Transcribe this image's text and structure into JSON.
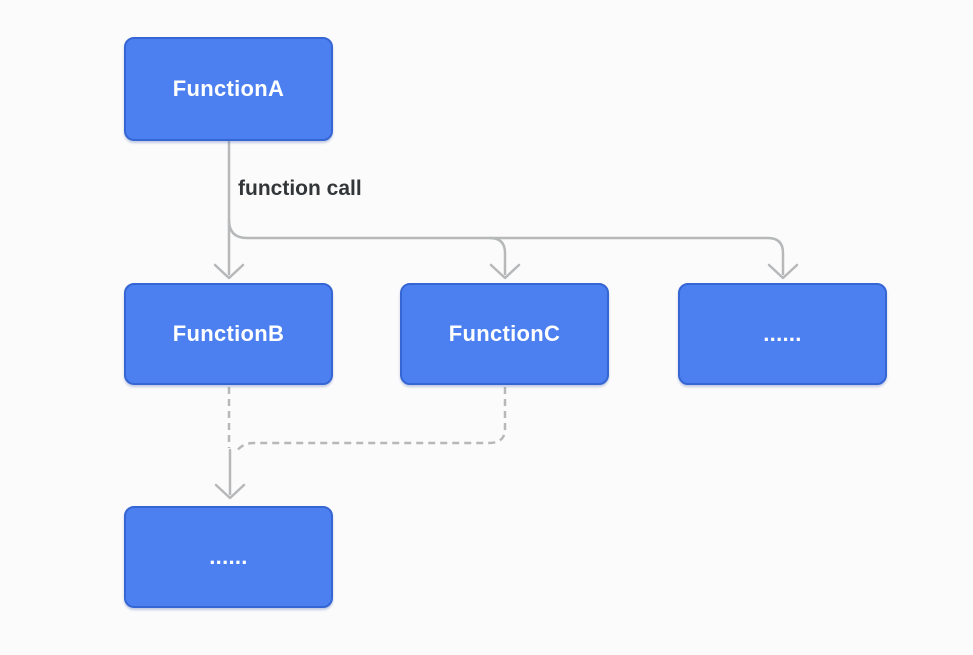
{
  "colors": {
    "background": "#fbfbfb",
    "node_fill": "#4c80f1",
    "node_border": "#3566d4",
    "node_text": "#ffffff",
    "connector": "#b6b8ba",
    "edge_label_text": "#333639"
  },
  "nodes": {
    "function_a": {
      "label": "FunctionA"
    },
    "function_b": {
      "label": "FunctionB"
    },
    "function_c": {
      "label": "FunctionC"
    },
    "more_callees": {
      "label": "......"
    },
    "more_nested": {
      "label": "......"
    }
  },
  "edges": {
    "function_call_label": "function call",
    "list": [
      {
        "from": "FunctionA",
        "to": "FunctionB",
        "style": "solid-arrow",
        "label": "function call"
      },
      {
        "from": "FunctionA",
        "to": "FunctionC",
        "style": "solid-arrow"
      },
      {
        "from": "FunctionA",
        "to": "more_callees",
        "style": "solid-arrow"
      },
      {
        "from": "FunctionB",
        "to": "more_nested",
        "style": "dashed-arrow"
      },
      {
        "from": "FunctionC",
        "to": "more_nested",
        "style": "dashed-arrow"
      }
    ]
  }
}
